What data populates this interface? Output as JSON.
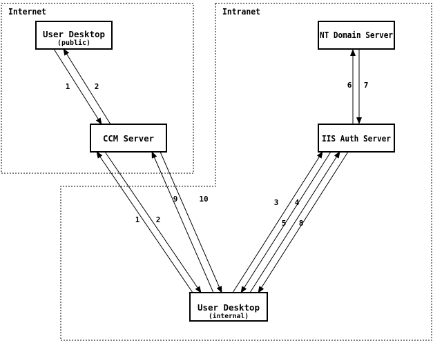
{
  "diagram": {
    "title": "CCM / IIS authentication flow diagram",
    "background_color": "#ffffff",
    "line_color": "#000000"
  },
  "regions": [
    {
      "name": "internet",
      "label": "Internet"
    },
    {
      "name": "intranet",
      "label": "Intranet"
    }
  ],
  "nodes": [
    {
      "name": "user-desktop-public",
      "label": "User Desktop",
      "sublabel": "(public)"
    },
    {
      "name": "nt-domain-server",
      "label": "NT Domain Server",
      "sublabel": ""
    },
    {
      "name": "ccm-server",
      "label": "CCM Server",
      "sublabel": ""
    },
    {
      "name": "iis-auth-server",
      "label": "IIS Auth Server",
      "sublabel": ""
    },
    {
      "name": "user-desktop-internal",
      "label": "User Desktop",
      "sublabel": "(internal)"
    }
  ],
  "connections": [
    {
      "label": "1",
      "from": "user-desktop-public",
      "to": "ccm-server"
    },
    {
      "label": "2",
      "from": "ccm-server",
      "to": "user-desktop-public"
    },
    {
      "label": "1",
      "from": "user-desktop-internal",
      "to": "ccm-server"
    },
    {
      "label": "2",
      "from": "ccm-server",
      "to": "user-desktop-internal"
    },
    {
      "label": "9",
      "from": "user-desktop-internal",
      "to": "ccm-server"
    },
    {
      "label": "10",
      "from": "ccm-server",
      "to": "user-desktop-internal"
    },
    {
      "label": "3",
      "from": "user-desktop-internal",
      "to": "iis-auth-server"
    },
    {
      "label": "4",
      "from": "iis-auth-server",
      "to": "user-desktop-internal"
    },
    {
      "label": "5",
      "from": "user-desktop-internal",
      "to": "iis-auth-server"
    },
    {
      "label": "8",
      "from": "iis-auth-server",
      "to": "user-desktop-internal"
    },
    {
      "label": "6",
      "from": "iis-auth-server",
      "to": "nt-domain-server"
    },
    {
      "label": "7",
      "from": "nt-domain-server",
      "to": "iis-auth-server"
    }
  ]
}
